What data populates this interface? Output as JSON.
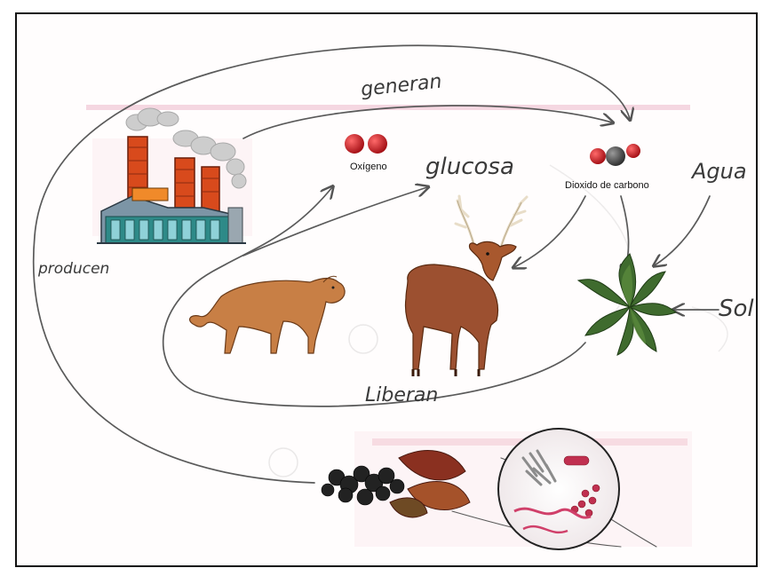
{
  "labels": {
    "generan": "generan",
    "producen": "producen",
    "liberan": "Liberan",
    "glucosa": "glucosa",
    "agua": "Agua",
    "sol": "Sol",
    "oxigeno": "Oxígeno",
    "dioxido": "Dioxido de carbono"
  },
  "colors": {
    "oxygen_atom": "#c8141b",
    "carbon_atom": "#444444",
    "pencil": "#555555",
    "pink_band": "#e9a9c0"
  },
  "icons": [
    "factory-icon",
    "oxygen-molecule-icon",
    "co2-molecule-icon",
    "cougar-icon",
    "deer-icon",
    "plant-icon",
    "decomposers-icon",
    "bacteria-magnifier-icon"
  ]
}
